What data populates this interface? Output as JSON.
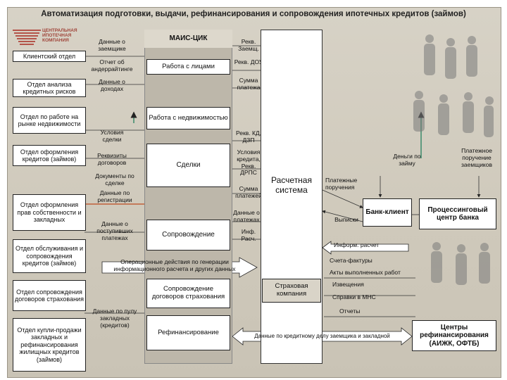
{
  "title": "Автоматизация подготовки, выдачи, рефинансирования и сопровождения ипотечных кредитов (займов)",
  "logo": {
    "line1": "ЦЕНТРАЛЬНАЯ",
    "line2": "ИПОТЕЧНАЯ",
    "line3": "КОМПАНИЯ"
  },
  "departments": [
    "Клиентский отдел",
    "Отдел анализа кредитных рисков",
    "Отдел по работе на рынке недвижимости",
    "Отдел оформления кредитов (займов)",
    "Отдел оформления прав собственности и закладных",
    "Отдел обслуживания и сопровождения кредитов (займов)",
    "Отдел сопровождения договоров страхования",
    "Отдел купли-продажи закладных и рефинансирования жилищных кредитов (займов)"
  ],
  "flows_left": [
    "Данные о заемщике",
    "Отчет об андеррайтинге",
    "Данные о доходах",
    "Условия сделки",
    "Реквизиты договоров",
    "Документы по сделке",
    "Данные по регистрации",
    "Данные о поступивших платежах",
    "Данные по пулу закладных (кредитов)"
  ],
  "mais": {
    "header": "МАИС-ЦИК",
    "work_persons": "Работа с лицами",
    "work_property": "Работа с недвижимостью",
    "deals": "Сделки",
    "support": "Сопровождение",
    "insurance_support": "Сопровождение договоров страхования",
    "refinancing": "Рефинансирование"
  },
  "flows_right": [
    "Рекв. Заемщ.",
    "Рекв. ДОУ",
    "Сумма платежа",
    "Рекв. КД, ДЗП",
    "Условия кредита, Рекв. ДРПС",
    "Сумма платежей",
    "Данные о платежах",
    "Инф. Расч."
  ],
  "settlement": "Расчетная система",
  "bank_client": "Банк-клиент",
  "processing_center": "Процессинговый центр банка",
  "insurance_company": "Страховая компания",
  "refinancing_centers": "Центры рефинансирования (АИЖК, ОФТБ)",
  "arrows": {
    "money_loan": "Деньги по займу",
    "payment_orders_borrowers": "Платежное поручение заемщиков",
    "payment_orders": "Платежные поручения",
    "statements": "Выписки",
    "settlement_info": "Информ. расчет",
    "ops_generation": "Операционные действия по генерации информационного расчета и других данных",
    "invoices": "Счета-фактуры",
    "acts": "Акты выполненных работ",
    "notices": "Извещения",
    "mns_certs": "Справки в МНС",
    "reports": "Отчеты",
    "loan_file_data": "Данные по кредитному делу заемщика и закладной"
  }
}
